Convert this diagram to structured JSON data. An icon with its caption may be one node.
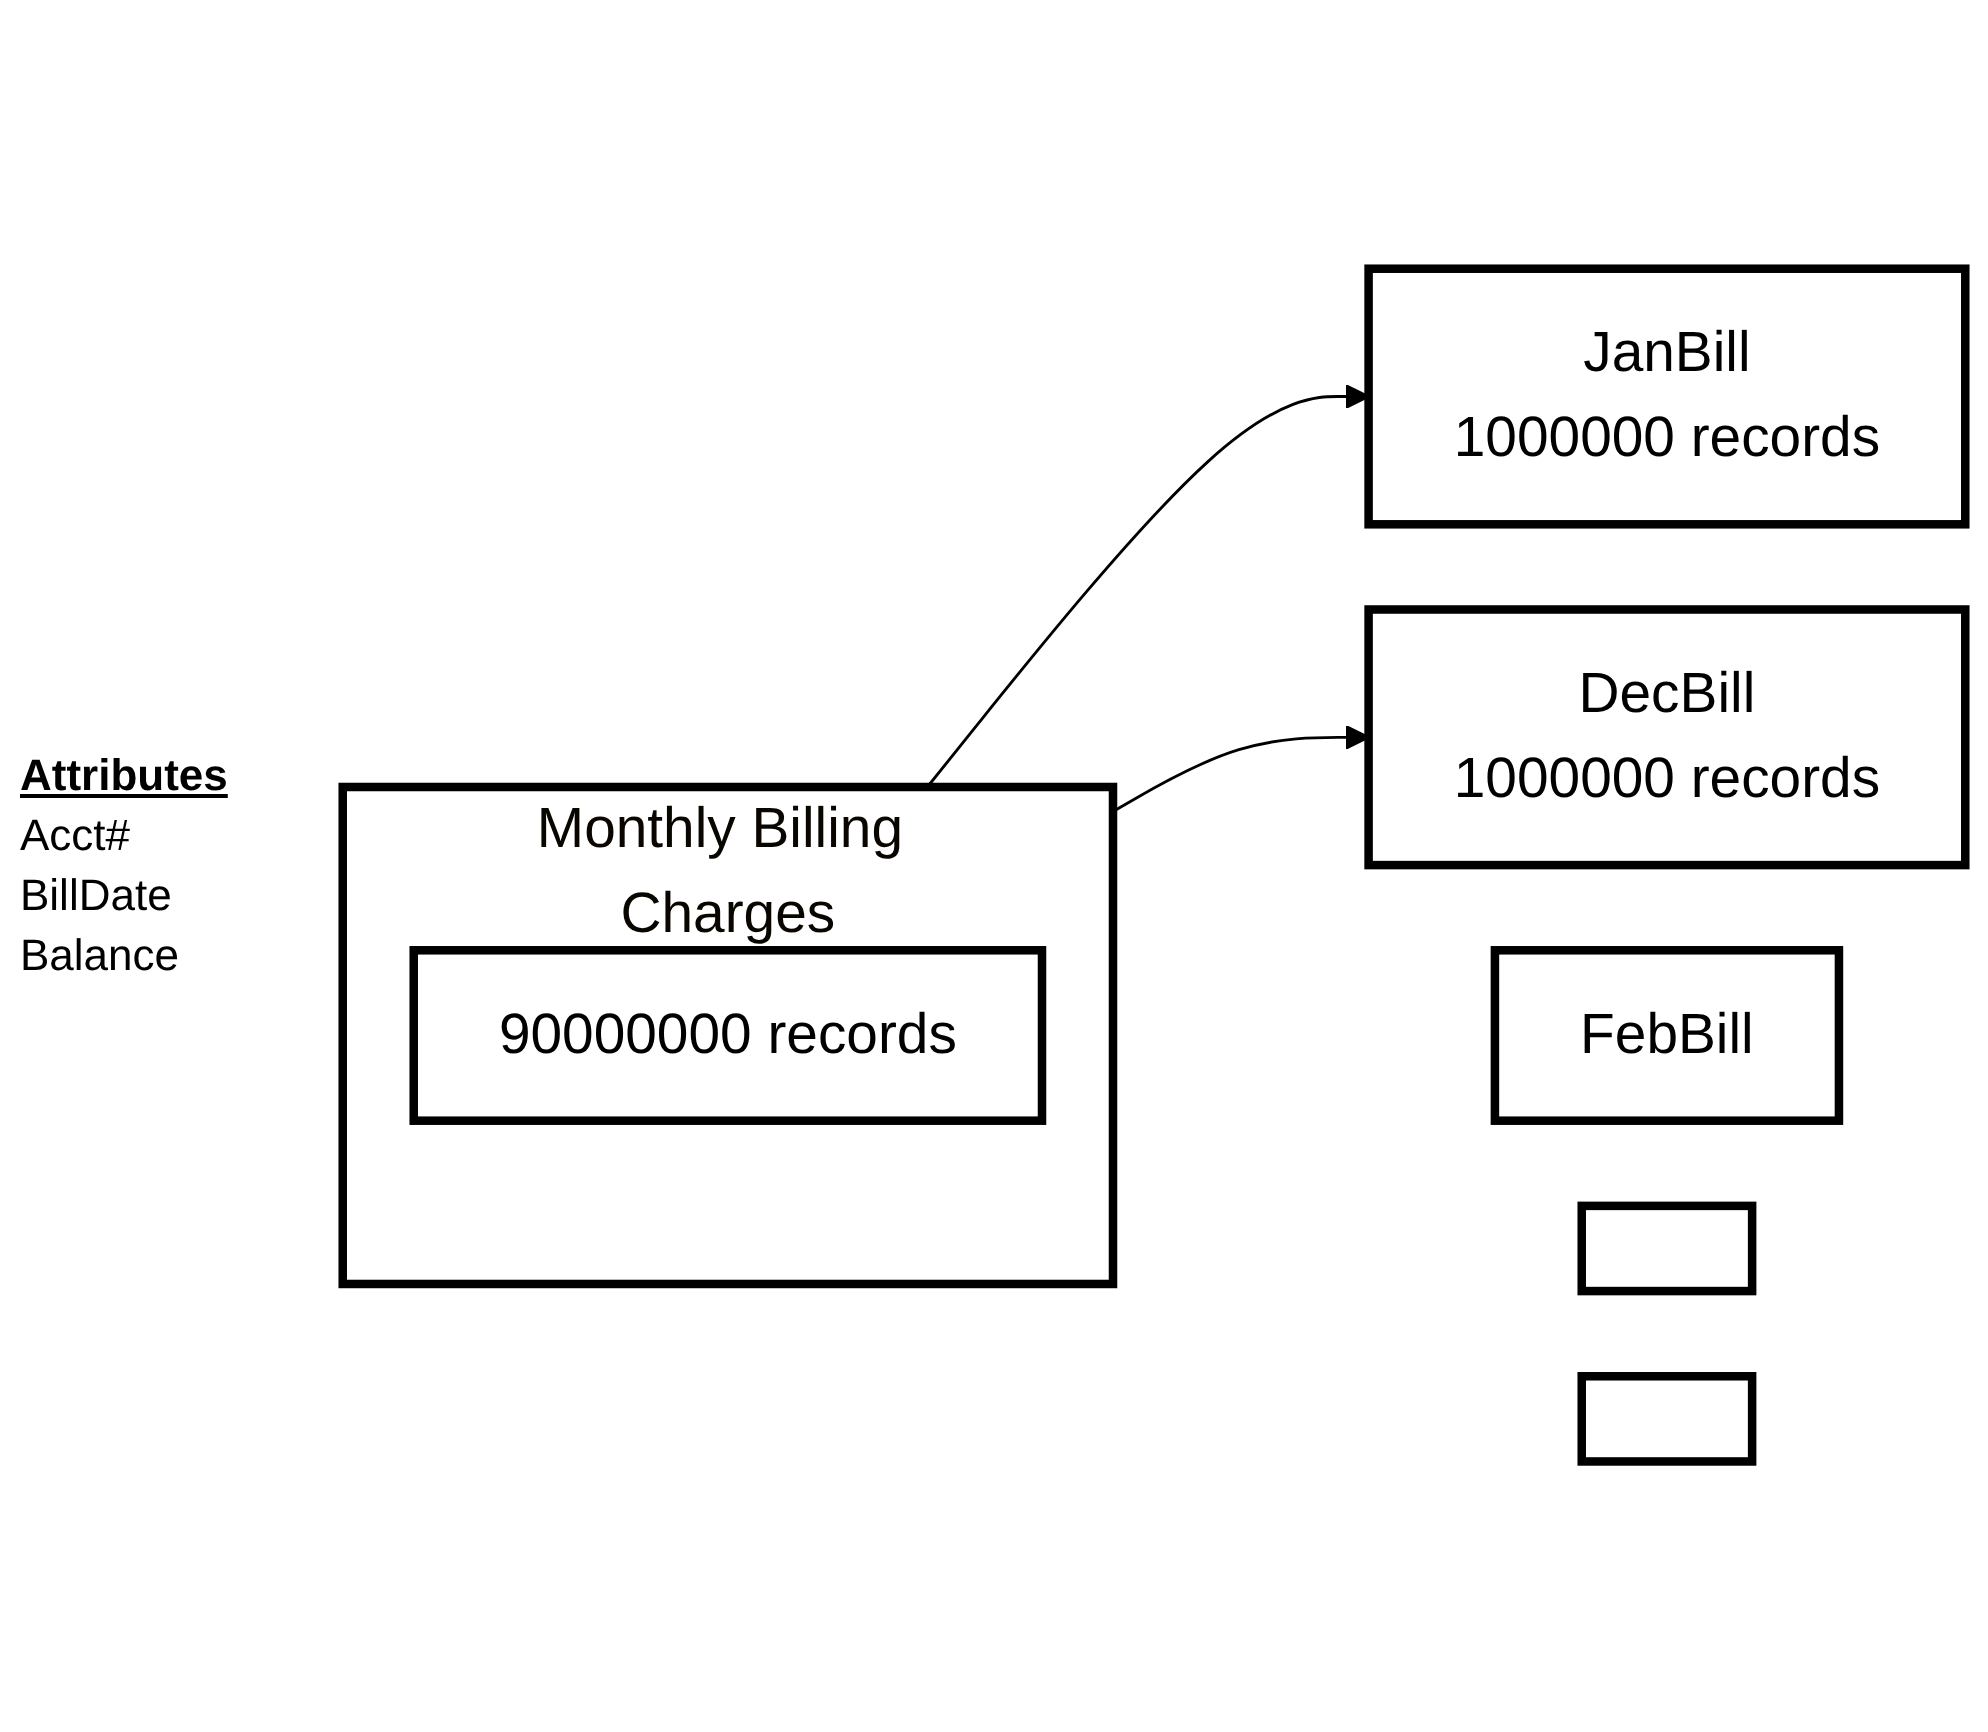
{
  "diagram": {
    "nodes": [
      {
        "text": [
          "Monthly Billing Charges"
        ]
      },
      {
        "text": [
          "90000000 records"
        ],
        "in": 0
      },
      {
        "text": [
          "JanBill",
          "1000000 records"
        ]
      },
      {
        "text": [
          "FebBill"
        ]
      },
      {
        "text": [],
        "shape": "box"
      },
      {
        "text": [],
        "shape": "box"
      },
      {
        "text": [
          "DecBill",
          "1000000 records"
        ]
      }
    ],
    "edges": [
      {
        "from": 0,
        "to": 2,
        "arrow": "to"
      },
      {
        "from": 0,
        "to": 6,
        "arrow": "to"
      }
    ],
    "labels": [
      "Attributes",
      "Acct#",
      "BillDate",
      "Balance"
    ]
  }
}
